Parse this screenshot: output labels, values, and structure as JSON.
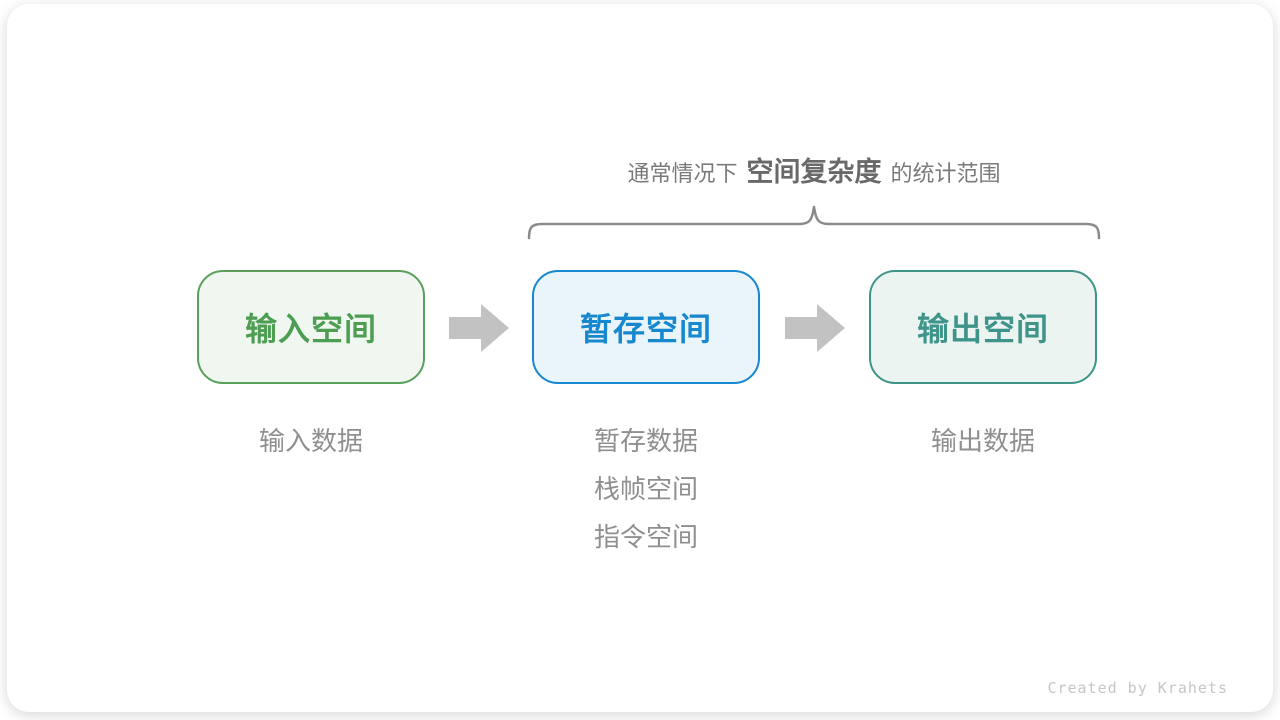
{
  "title": {
    "prefix": "通常情况下",
    "highlight": "空间复杂度",
    "suffix": "的统计范围"
  },
  "boxes": [
    {
      "label": "输入空间",
      "items": [
        "输入数据"
      ],
      "border_color": "#5aa05c",
      "background": "#f0f7f0",
      "text_color": "#4d9e53"
    },
    {
      "label": "暂存空间",
      "items": [
        "暂存数据",
        "栈帧空间",
        "指令空间"
      ],
      "border_color": "#1787ce",
      "background": "#e9f4fb",
      "text_color": "#1787ce"
    },
    {
      "label": "输出空间",
      "items": [
        "输出数据"
      ],
      "border_color": "#3f948a",
      "background": "#ebf4f1",
      "text_color": "#3f948a"
    }
  ],
  "icons": {
    "arrow_1": "right-block-arrow",
    "arrow_2": "right-block-arrow",
    "brace": "horizontal-curly-brace"
  },
  "colors": {
    "arrow": "#c2c2c2",
    "brace": "#8a8a8a",
    "title_text": "#7a7a7a",
    "title_highlight_text": "#696969",
    "list_text": "#8f8f8f",
    "credit_text": "#c6c6c6",
    "card_background": "#ffffff"
  },
  "credit": "Created by Krahets"
}
